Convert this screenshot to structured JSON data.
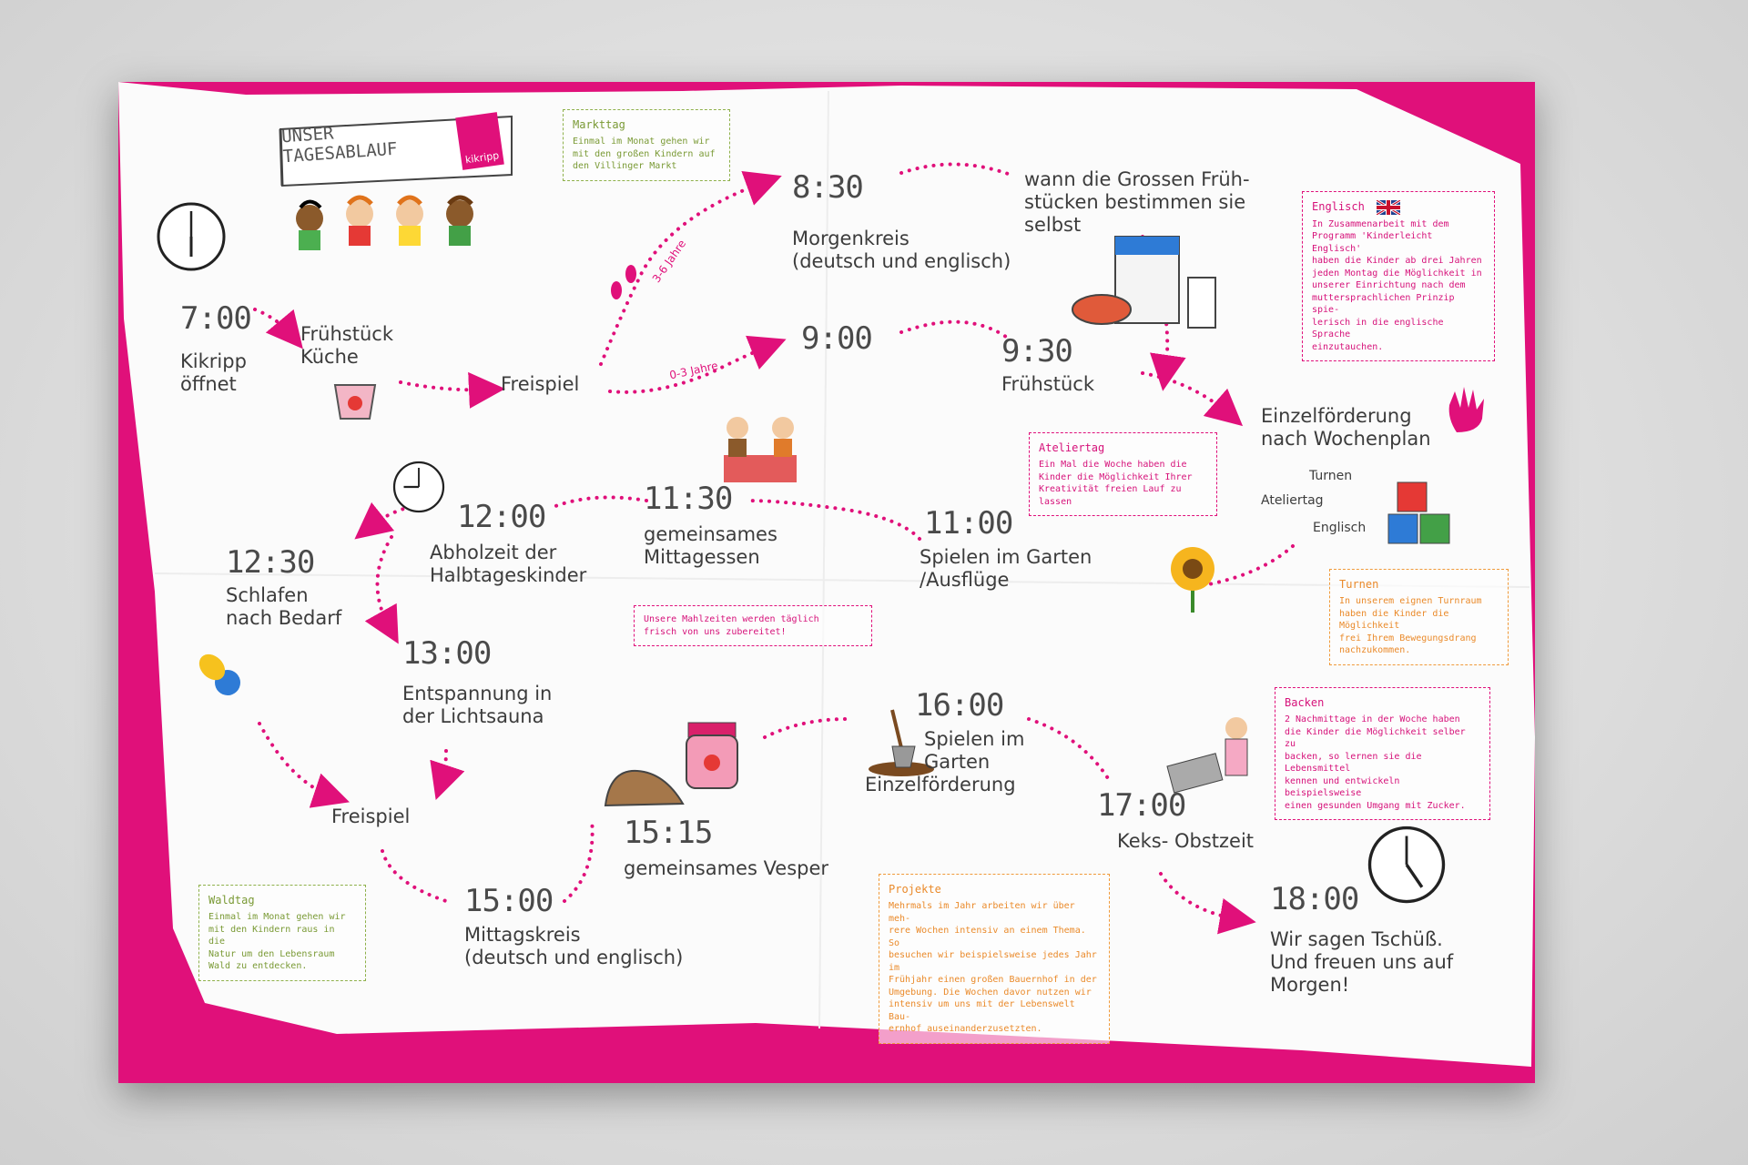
{
  "header": {
    "banner_line1": "UNSER",
    "banner_line2": "TAGESABLAUF",
    "logo_text": "kikripp"
  },
  "colors": {
    "accent": "#e0107a",
    "green": "#8eb04a",
    "orange": "#f09a3a",
    "text": "#3c3c3c"
  },
  "schedule": {
    "t0700": {
      "time": "7:00",
      "l1": "Kikripp",
      "l2": "öffnet"
    },
    "fruehstueck_kueche": {
      "l1": "Frühstück",
      "l2": "Küche"
    },
    "freispiel1": "Freispiel",
    "age_3_6": "3-6 Jahre",
    "age_0_3": "0-3 Jahre",
    "t0830": {
      "time": "8:30",
      "l1": "Morgenkreis",
      "l2": "(deutsch und englisch)"
    },
    "grossen": {
      "l1": "wann die Grossen Früh-",
      "l2": "stücken bestimmen sie",
      "l3": "selbst"
    },
    "t0900": {
      "time": "9:00"
    },
    "t0930": {
      "time": "9:30",
      "l1": "Frühstück"
    },
    "einzel": {
      "l1": "Einzelförderung",
      "l2": "nach Wochenplan",
      "a": "Turnen",
      "b": "Ateliertag",
      "c": "Englisch"
    },
    "t1100": {
      "time": "11:00",
      "l1": "Spielen im Garten",
      "l2": "/Ausflüge"
    },
    "t1130": {
      "time": "11:30",
      "l1": "gemeinsames",
      "l2": "Mittagessen"
    },
    "t1200": {
      "time": "12:00",
      "l1": "Abholzeit der",
      "l2": "Halbtageskinder"
    },
    "t1230": {
      "time": "12:30",
      "l1": "Schlafen",
      "l2": "nach Bedarf"
    },
    "t1300": {
      "time": "13:00",
      "l1": "Entspannung in",
      "l2": "der Lichtsauna"
    },
    "freispiel2": "Freispiel",
    "t1500": {
      "time": "15:00",
      "l1": "Mittagskreis",
      "l2": "(deutsch und englisch)"
    },
    "t1515": {
      "time": "15:15",
      "l1": "gemeinsames Vesper"
    },
    "t1600": {
      "time": "16:00",
      "l1": "Spielen im",
      "l2": "Garten",
      "l3": "Einzelförderung"
    },
    "t1700": {
      "time": "17:00",
      "l1": "Keks- Obstzeit"
    },
    "t1800": {
      "time": "18:00",
      "l1": "Wir sagen Tschüß.",
      "l2": "Und freuen uns auf",
      "l3": "Morgen!"
    }
  },
  "notes": {
    "markttag": {
      "title": "Markttag",
      "body": "Einmal im Monat gehen wir\nmit den großen Kindern auf\nden Villinger Markt"
    },
    "englisch": {
      "title": "Englisch",
      "body": "In Zusammenarbeit mit dem\nProgramm 'Kinderleicht Englisch'\nhaben die Kinder ab drei Jahren\njeden Montag die Möglichkeit in\nunserer Einrichtung nach dem\nmuttersprachlichen Prinzip spie-\nlerisch in die englische Sprache\neinzutauchen."
    },
    "ateliertag": {
      "title": "Ateliertag",
      "body": "Ein Mal die Woche haben die\nKinder die Möglichkeit Ihrer\nKreativität freien Lauf zu lassen"
    },
    "turnen": {
      "title": "Turnen",
      "body": "In unserem eignen Turnraum\nhaben die Kinder die Möglichkeit\nfrei  Ihrem Bewegungsdrang\nnachzukommen."
    },
    "mahlzeiten": {
      "body": "Unsere Mahlzeiten werden täglich\nfrisch von uns zubereitet!"
    },
    "backen": {
      "title": "Backen",
      "body": "2 Nachmittage in der Woche haben\ndie Kinder die Möglichkeit selber zu\nbacken, so lernen sie die Lebensmittel\nkennen und entwickeln beispielsweise\neinen gesunden Umgang mit Zucker."
    },
    "waldtag": {
      "title": "Waldtag",
      "body": "Einmal im Monat gehen wir\nmit den Kindern raus in die\nNatur um den Lebensraum\nWald zu entdecken."
    },
    "projekte": {
      "title": "Projekte",
      "body": "Mehrmals im Jahr arbeiten wir über meh-\nrere Wochen intensiv an einem Thema. So\nbesuchen wir beispielsweise jedes Jahr im\nFrühjahr einen großen Bauernhof in der\nUmgebung. Die Wochen davor nutzen wir\nintensiv um uns mit der Lebenswelt Bau-\nernhof auseinanderzusetzten."
    }
  },
  "icons": [
    "clock-icon",
    "children-banner-icon",
    "yogurt-icon",
    "footprints-icon",
    "breakfast-icon",
    "family-table-icon",
    "hand-icon",
    "blocks-icon",
    "sunflower-icon",
    "pacifier-icon",
    "bread-icon",
    "jam-jar-icon",
    "shovel-icon",
    "baking-tray-icon",
    "uk-flag-icon"
  ]
}
